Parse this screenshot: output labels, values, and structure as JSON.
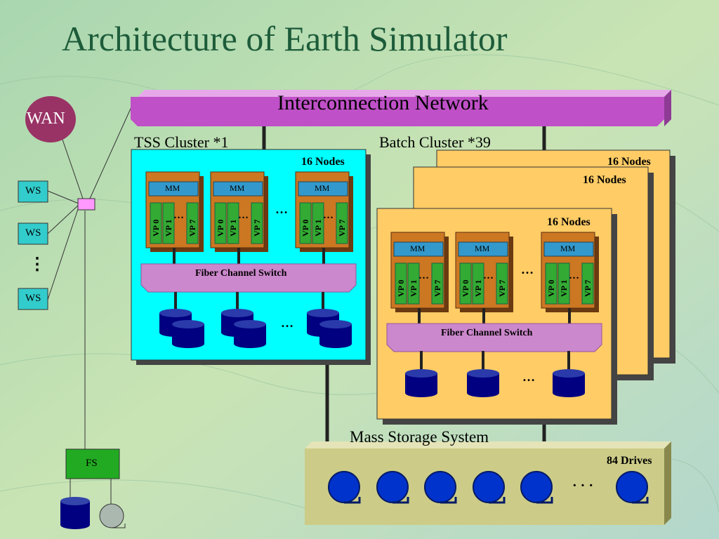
{
  "slide": {
    "title": "Architecture of Earth Simulator"
  },
  "network": {
    "label": "Interconnection Network"
  },
  "wan": {
    "label": "WAN"
  },
  "workstations": {
    "labels": [
      "WS",
      "WS",
      "WS"
    ],
    "ellipsis": "⋮"
  },
  "fs": {
    "label": "FS"
  },
  "tss_cluster": {
    "label": "TSS Cluster *1",
    "nodes_label": "16 Nodes",
    "mm_label": "MM",
    "vp_labels": [
      "VP 0",
      "VP 1",
      "VP 7"
    ],
    "node_ellipsis": "…",
    "switch_label": "Fiber Channel Switch",
    "disk_ellipsis": "…"
  },
  "batch_cluster": {
    "label": "Batch Cluster *39",
    "nodes_label": "16 Nodes",
    "mm_label": "MM",
    "vp_labels": [
      "VP 0",
      "VP 1",
      "VP 7"
    ],
    "node_ellipsis": "…",
    "switch_label": "Fiber Channel Switch",
    "disk_ellipsis": "…"
  },
  "mass_storage": {
    "label": "Mass Storage System",
    "drives_label": "84 Drives",
    "ellipsis": "· · ·"
  },
  "colors": {
    "network": "#c050c8",
    "tss_bg": "#00ffff",
    "batch_bg": "#ffcc66",
    "storage_bg": "#cccc88",
    "node": "#cc7722",
    "mm": "#3399cc",
    "vp": "#33aa33",
    "switch": "#cc88cc",
    "disk": "#000080",
    "wan": "#993366",
    "ws": "#33cccc",
    "fs": "#33aa33"
  }
}
